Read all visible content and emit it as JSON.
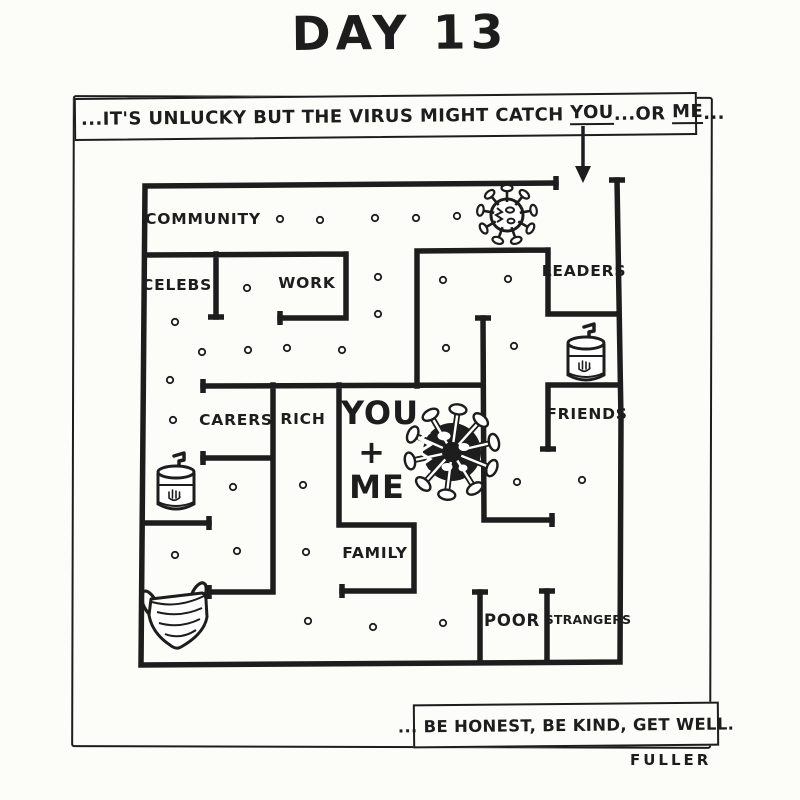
{
  "title": "DAY 13",
  "ink_color": "#1d1d1d",
  "paper_color": "#fcfcf9",
  "panel": {
    "top_caption": {
      "prefix": "...IT'S UNLUCKY BUT THE VIRUS MIGHT CATCH ",
      "underlined_you": "YOU",
      "middle": "...OR ",
      "underlined_me": "ME",
      "suffix": "..."
    },
    "bottom_caption": "... BE HONEST, BE KIND, GET WELL.",
    "signature": "FULLER"
  },
  "maze": {
    "labels": {
      "community": "COMMUNITY",
      "celebs": "CELEBS",
      "work": "WORK",
      "leaders": "LEADERS",
      "carers": "CARERS",
      "rich": "RICH",
      "friends": "FRIENDS",
      "family": "FAMILY",
      "poor": "POOR",
      "strangers": "STRANGERS",
      "center": {
        "line1": "YOU",
        "line2": "+",
        "line3": "ME"
      }
    },
    "icons": {
      "virus_large": "coronavirus-icon",
      "virus_small": "coronavirus-icon",
      "can_right": "canned-food-icon",
      "can_left": "canned-food-icon",
      "mask": "face-mask-icon",
      "arrow": "entrance-arrow-icon"
    }
  }
}
